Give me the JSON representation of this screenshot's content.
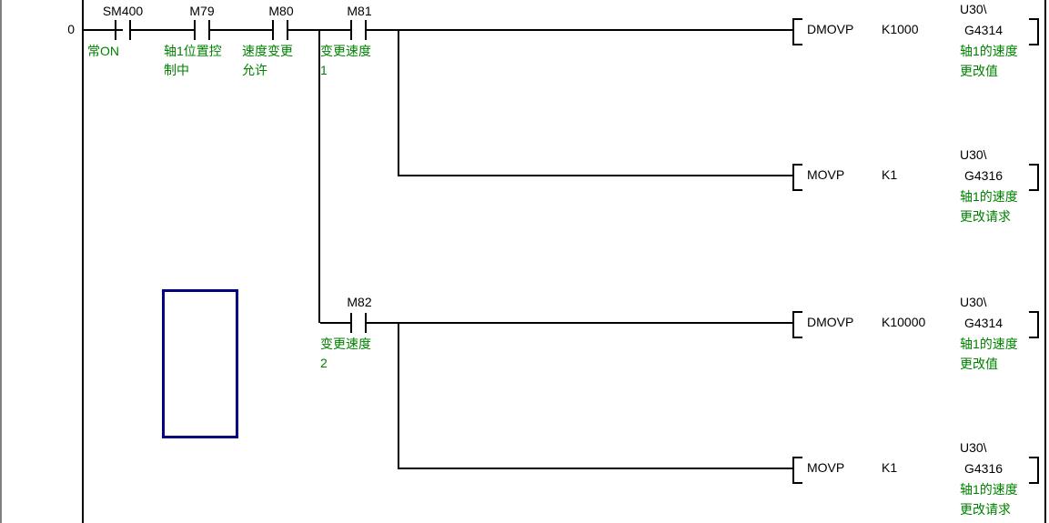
{
  "diagram": {
    "type": "plc-ladder",
    "rung_number": "0",
    "colors": {
      "wire": "#000000",
      "device_text": "#000000",
      "comment_text": "#008000",
      "selection": "#000080",
      "background": "#ffffff"
    }
  },
  "contacts": [
    {
      "name": "SM400",
      "comment": "常ON",
      "comment_lines": [
        "常ON"
      ]
    },
    {
      "name": "M79",
      "comment": "轴1位置控制中",
      "comment_lines": [
        "轴1位置控",
        "制中"
      ]
    },
    {
      "name": "M80",
      "comment": "速度变更允许",
      "comment_lines": [
        "速度变更",
        "允许"
      ]
    },
    {
      "name": "M81",
      "comment": "变更速度1",
      "comment_lines": [
        "变更速度",
        "1"
      ]
    },
    {
      "name": "M82",
      "comment": "变更速度2",
      "comment_lines": [
        "变更速度",
        "2"
      ]
    }
  ],
  "instructions": [
    {
      "op": "DMOVP",
      "arg1": "K1000",
      "operand_prefix": "U30\\",
      "operand_addr": "G4314",
      "comment_lines": [
        "轴1的速度",
        "更改值"
      ]
    },
    {
      "op": "MOVP",
      "arg1": "K1",
      "operand_prefix": "U30\\",
      "operand_addr": "G4316",
      "comment_lines": [
        "轴1的速度",
        "更改请求"
      ]
    },
    {
      "op": "DMOVP",
      "arg1": "K10000",
      "operand_prefix": "U30\\",
      "operand_addr": "G4314",
      "comment_lines": [
        "轴1的速度",
        "更改值"
      ]
    },
    {
      "op": "MOVP",
      "arg1": "K1",
      "operand_prefix": "U30\\",
      "operand_addr": "G4316",
      "comment_lines": [
        "轴1的速度",
        "更改请求"
      ]
    }
  ]
}
